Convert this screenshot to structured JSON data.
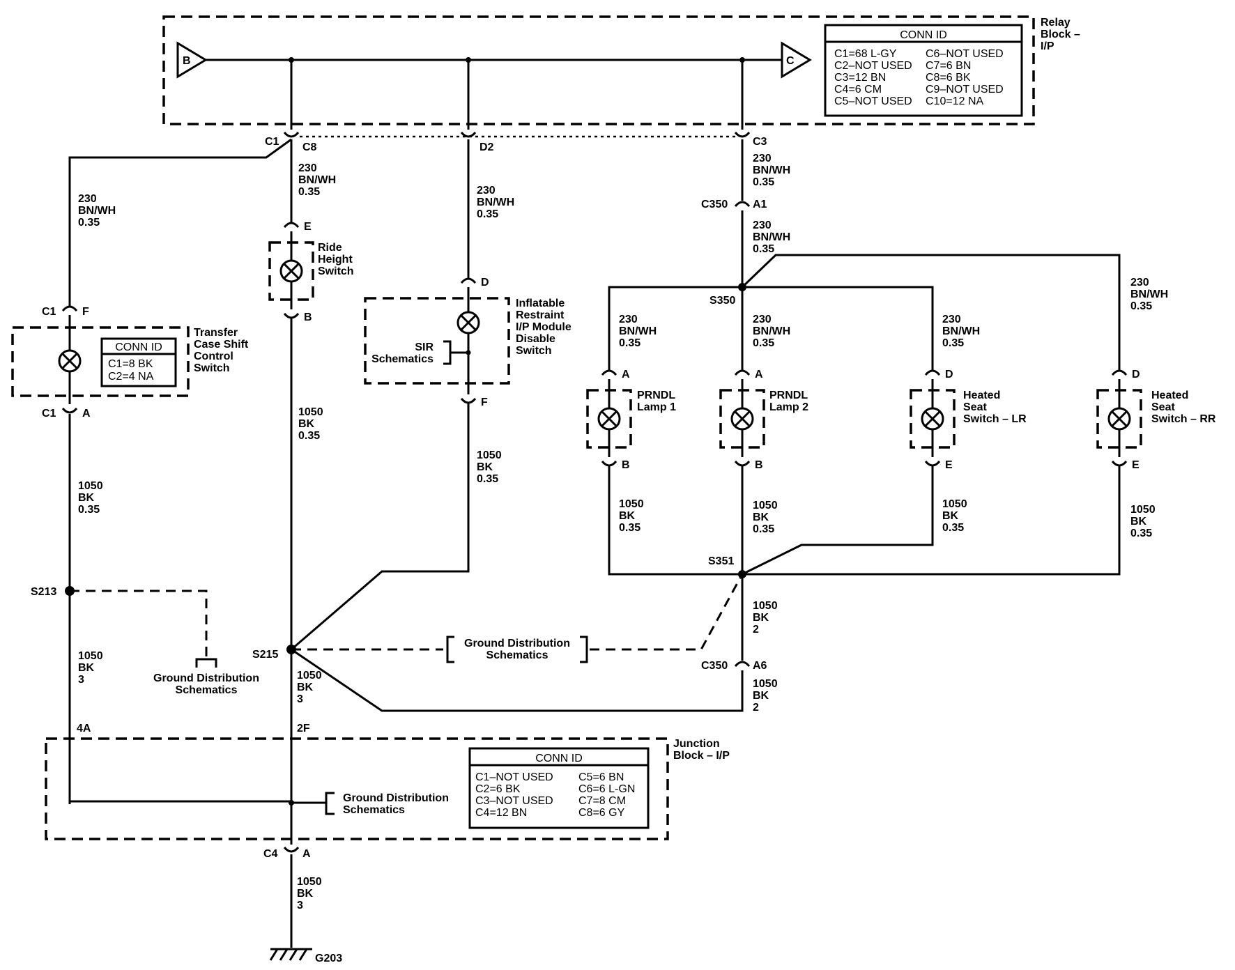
{
  "relay_block": {
    "name_lines": [
      "Relay",
      "Block –",
      "I/P"
    ],
    "input_terminal": "B",
    "output_terminal": "C",
    "conn_id": {
      "title": "CONN ID",
      "left": [
        "C1=68 L-GY",
        "C2–NOT USED",
        "C3=12 BN",
        "C4=6 CM",
        "C5–NOT USED"
      ],
      "right": [
        "C6–NOT USED",
        "C7=6 BN",
        "C8=6 BK",
        "C9–NOT USED",
        "C10=12 NA"
      ]
    }
  },
  "connectors": {
    "c1_top": "C1",
    "c8": "C8",
    "d2": "D2",
    "c3": "C3",
    "c350_top": "C350",
    "a1": "A1",
    "c350_bottom": "C350",
    "a6": "A6",
    "c4": "C4",
    "c4_a": "A",
    "tc_c1_f": "C1",
    "tc_f": "F",
    "tc_c1_a": "C1",
    "tc_a": "A",
    "rh_e": "E",
    "rh_b": "B",
    "ir_d": "D",
    "ir_f": "F",
    "p1_a": "A",
    "p1_b": "B",
    "p2_a": "A",
    "p2_b": "B",
    "hl_d": "D",
    "hl_e": "E",
    "hr_d": "D",
    "hr_e": "E",
    "jb_4a": "4A",
    "jb_2f": "2F"
  },
  "splices": {
    "s350": "S350",
    "s351": "S351",
    "s213": "S213",
    "s215": "S215"
  },
  "ground": "G203",
  "wires": {
    "w_tc_in": [
      "230",
      "BN/WH",
      "0.35"
    ],
    "w_rh_in": [
      "230",
      "BN/WH",
      "0.35"
    ],
    "w_ir_in": [
      "230",
      "BN/WH",
      "0.35"
    ],
    "w_c3_c350": [
      "230",
      "BN/WH",
      "0.35"
    ],
    "w_c350_s350": [
      "230",
      "BN/WH",
      "0.35"
    ],
    "w_p1_in": [
      "230",
      "BN/WH",
      "0.35"
    ],
    "w_p2_in": [
      "230",
      "BN/WH",
      "0.35"
    ],
    "w_hl_in": [
      "230",
      "BN/WH",
      "0.35"
    ],
    "w_hr_in": [
      "230",
      "BN/WH",
      "0.35"
    ],
    "w_tc_out": [
      "1050",
      "BK",
      "0.35"
    ],
    "w_rh_out": [
      "1050",
      "BK",
      "0.35"
    ],
    "w_ir_out": [
      "1050",
      "BK",
      "0.35"
    ],
    "w_p1_out": [
      "1050",
      "BK",
      "0.35"
    ],
    "w_p2_out": [
      "1050",
      "BK",
      "0.35"
    ],
    "w_hl_out": [
      "1050",
      "BK",
      "0.35"
    ],
    "w_hr_out": [
      "1050",
      "BK",
      "0.35"
    ],
    "w_s351_c350": [
      "1050",
      "BK",
      "2"
    ],
    "w_c350_s215": [
      "1050",
      "BK",
      "2"
    ],
    "w_s213_jb": [
      "1050",
      "BK",
      "3"
    ],
    "w_s215_jb": [
      "1050",
      "BK",
      "3"
    ],
    "w_c4_g203": [
      "1050",
      "BK",
      "3"
    ]
  },
  "components": {
    "transfer_case": {
      "name_lines": [
        "Transfer",
        "Case Shift",
        "Control",
        "Switch"
      ],
      "conn_id": {
        "title": "CONN ID",
        "lines": [
          "C1=8 BK",
          "C2=4 NA"
        ]
      }
    },
    "ride_height": {
      "name_lines": [
        "Ride",
        "Height",
        "Switch"
      ]
    },
    "inflatable_restraint": {
      "name_lines": [
        "Inflatable",
        "Restraint",
        "I/P Module",
        "Disable",
        "Switch"
      ]
    },
    "sir": {
      "name_lines": [
        "SIR",
        "Schematics"
      ]
    },
    "prndl1": {
      "name_lines": [
        "PRNDL",
        "Lamp 1"
      ]
    },
    "prndl2": {
      "name_lines": [
        "PRNDL",
        "Lamp 2"
      ]
    },
    "heated_lr": {
      "name_lines": [
        "Heated",
        "Seat",
        "Switch – LR"
      ]
    },
    "heated_rr": {
      "name_lines": [
        "Heated",
        "Seat",
        "Switch – RR"
      ]
    }
  },
  "ground_dist": {
    "gd1": [
      "Ground Distribution",
      "Schematics"
    ],
    "gd2": [
      "Ground Distribution",
      "Schematics"
    ],
    "gd3": [
      "Ground Distribution",
      "Schematics"
    ]
  },
  "junction_block": {
    "name_lines": [
      "Junction",
      "Block – I/P"
    ],
    "conn_id": {
      "title": "CONN ID",
      "left": [
        "C1–NOT USED",
        "C2=6 BK",
        "C3–NOT USED",
        "C4=12 BN"
      ],
      "right": [
        "C5=6 BN",
        "C6=6 L-GN",
        "C7=8 CM",
        "C8=6 GY"
      ]
    }
  }
}
